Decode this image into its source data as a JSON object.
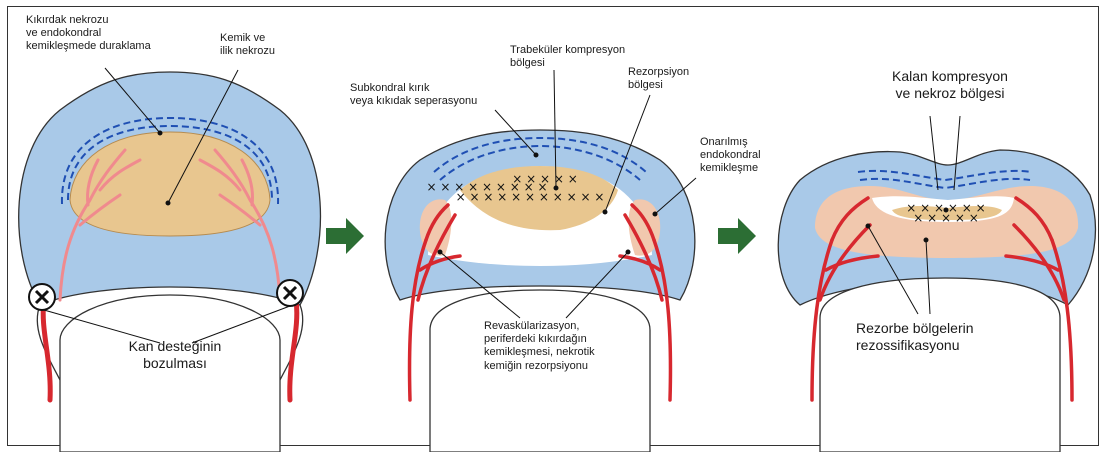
{
  "colors": {
    "blue_cartilage": "#a9c9e8",
    "necrotic_bone": "#e8c68f",
    "healthy_bone": "#f1c8ae",
    "vessel_red": "#d7282f",
    "vessel_pink": "#f08a8e",
    "fracture_blue": "#1f4fb3",
    "arrow_green": "#2c6e34"
  },
  "panel1": {
    "label_necrosis": "Kıkırdak nekrozu\nve endokondral\nkemikleşmede duraklama",
    "label_bone_necrosis": "Kemik ve\nilik nekrozu",
    "label_blood": "Kan desteğinin\nbozulması"
  },
  "panel2": {
    "label_trabecular": "Trabeküler kompresyon\nbölgesi",
    "label_subchondral": "Subkondral kırık\nveya kıkıdak seperasyonu",
    "label_resorption": "Rezorpsiyon\nbölgesi",
    "label_repaired": "Onarılmış\nendokondral\nkemikleşme",
    "label_revasc": "Revaskülarizasyon,\nperiferdeki kıkırdağın\nkemikleşmesi, nekrotik\nkemiğin rezorpsiyonu"
  },
  "panel3": {
    "label_remaining": "Kalan kompresyon\nve nekroz bölgesi",
    "label_reossification": "Rezorbe bölgelerin\nrezossifikasyonu"
  },
  "icons": [
    "arrow-right-icon",
    "x-circle-icon"
  ]
}
